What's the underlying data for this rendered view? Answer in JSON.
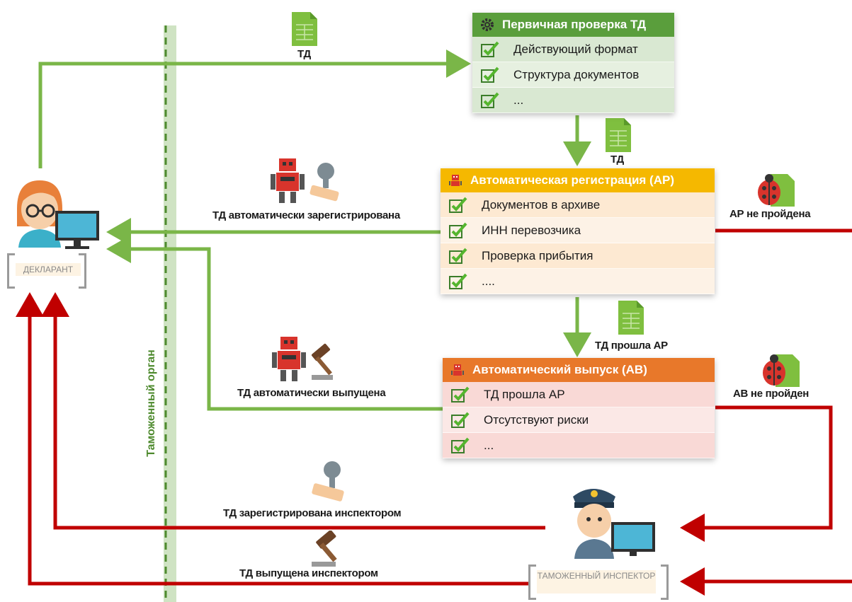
{
  "boxes": {
    "primary": {
      "title": "Первичная проверка ТД",
      "icon": "gear-icon",
      "items": [
        "Действующий формат",
        "Структура документов",
        "..."
      ]
    },
    "ar": {
      "title": "Автоматическая регистрация (АР)",
      "icon": "robot-icon",
      "items": [
        "Документов в архиве",
        "ИНН перевозчика",
        "Проверка прибытия",
        "...."
      ]
    },
    "av": {
      "title": "Автоматический выпуск (АВ)",
      "icon": "robot-icon",
      "items": [
        "ТД прошла АР",
        "Отсутствуют риски",
        "..."
      ]
    }
  },
  "labels": {
    "td_top": "ТД",
    "td_mid": "ТД",
    "td_passed_ar": "ТД прошла АР",
    "auto_registered": "ТД автоматически зарегистрирована",
    "auto_released": "ТД автоматически выпущена",
    "ar_failed": "АР не пройдена",
    "av_failed": "АВ не пройден",
    "registered_by_inspector": "ТД зарегистрирована инспектором",
    "released_by_inspector": "ТД  выпущена инспектором",
    "customs_body": "Таможенный орган"
  },
  "roles": {
    "declarant": "ДЕКЛАРАНТ",
    "inspector": "ТАМОЖЕННЫЙ ИНСПЕКТОР"
  },
  "colors": {
    "green_arrow": "#7ab648",
    "red_arrow": "#c00000",
    "primary_head": "#5a9e3c",
    "primary_body": "#d9e8d2",
    "ar_head": "#f5b800",
    "ar_body": "#fde9d2",
    "av_head": "#e8782a",
    "av_body": "#f9d9d6"
  }
}
